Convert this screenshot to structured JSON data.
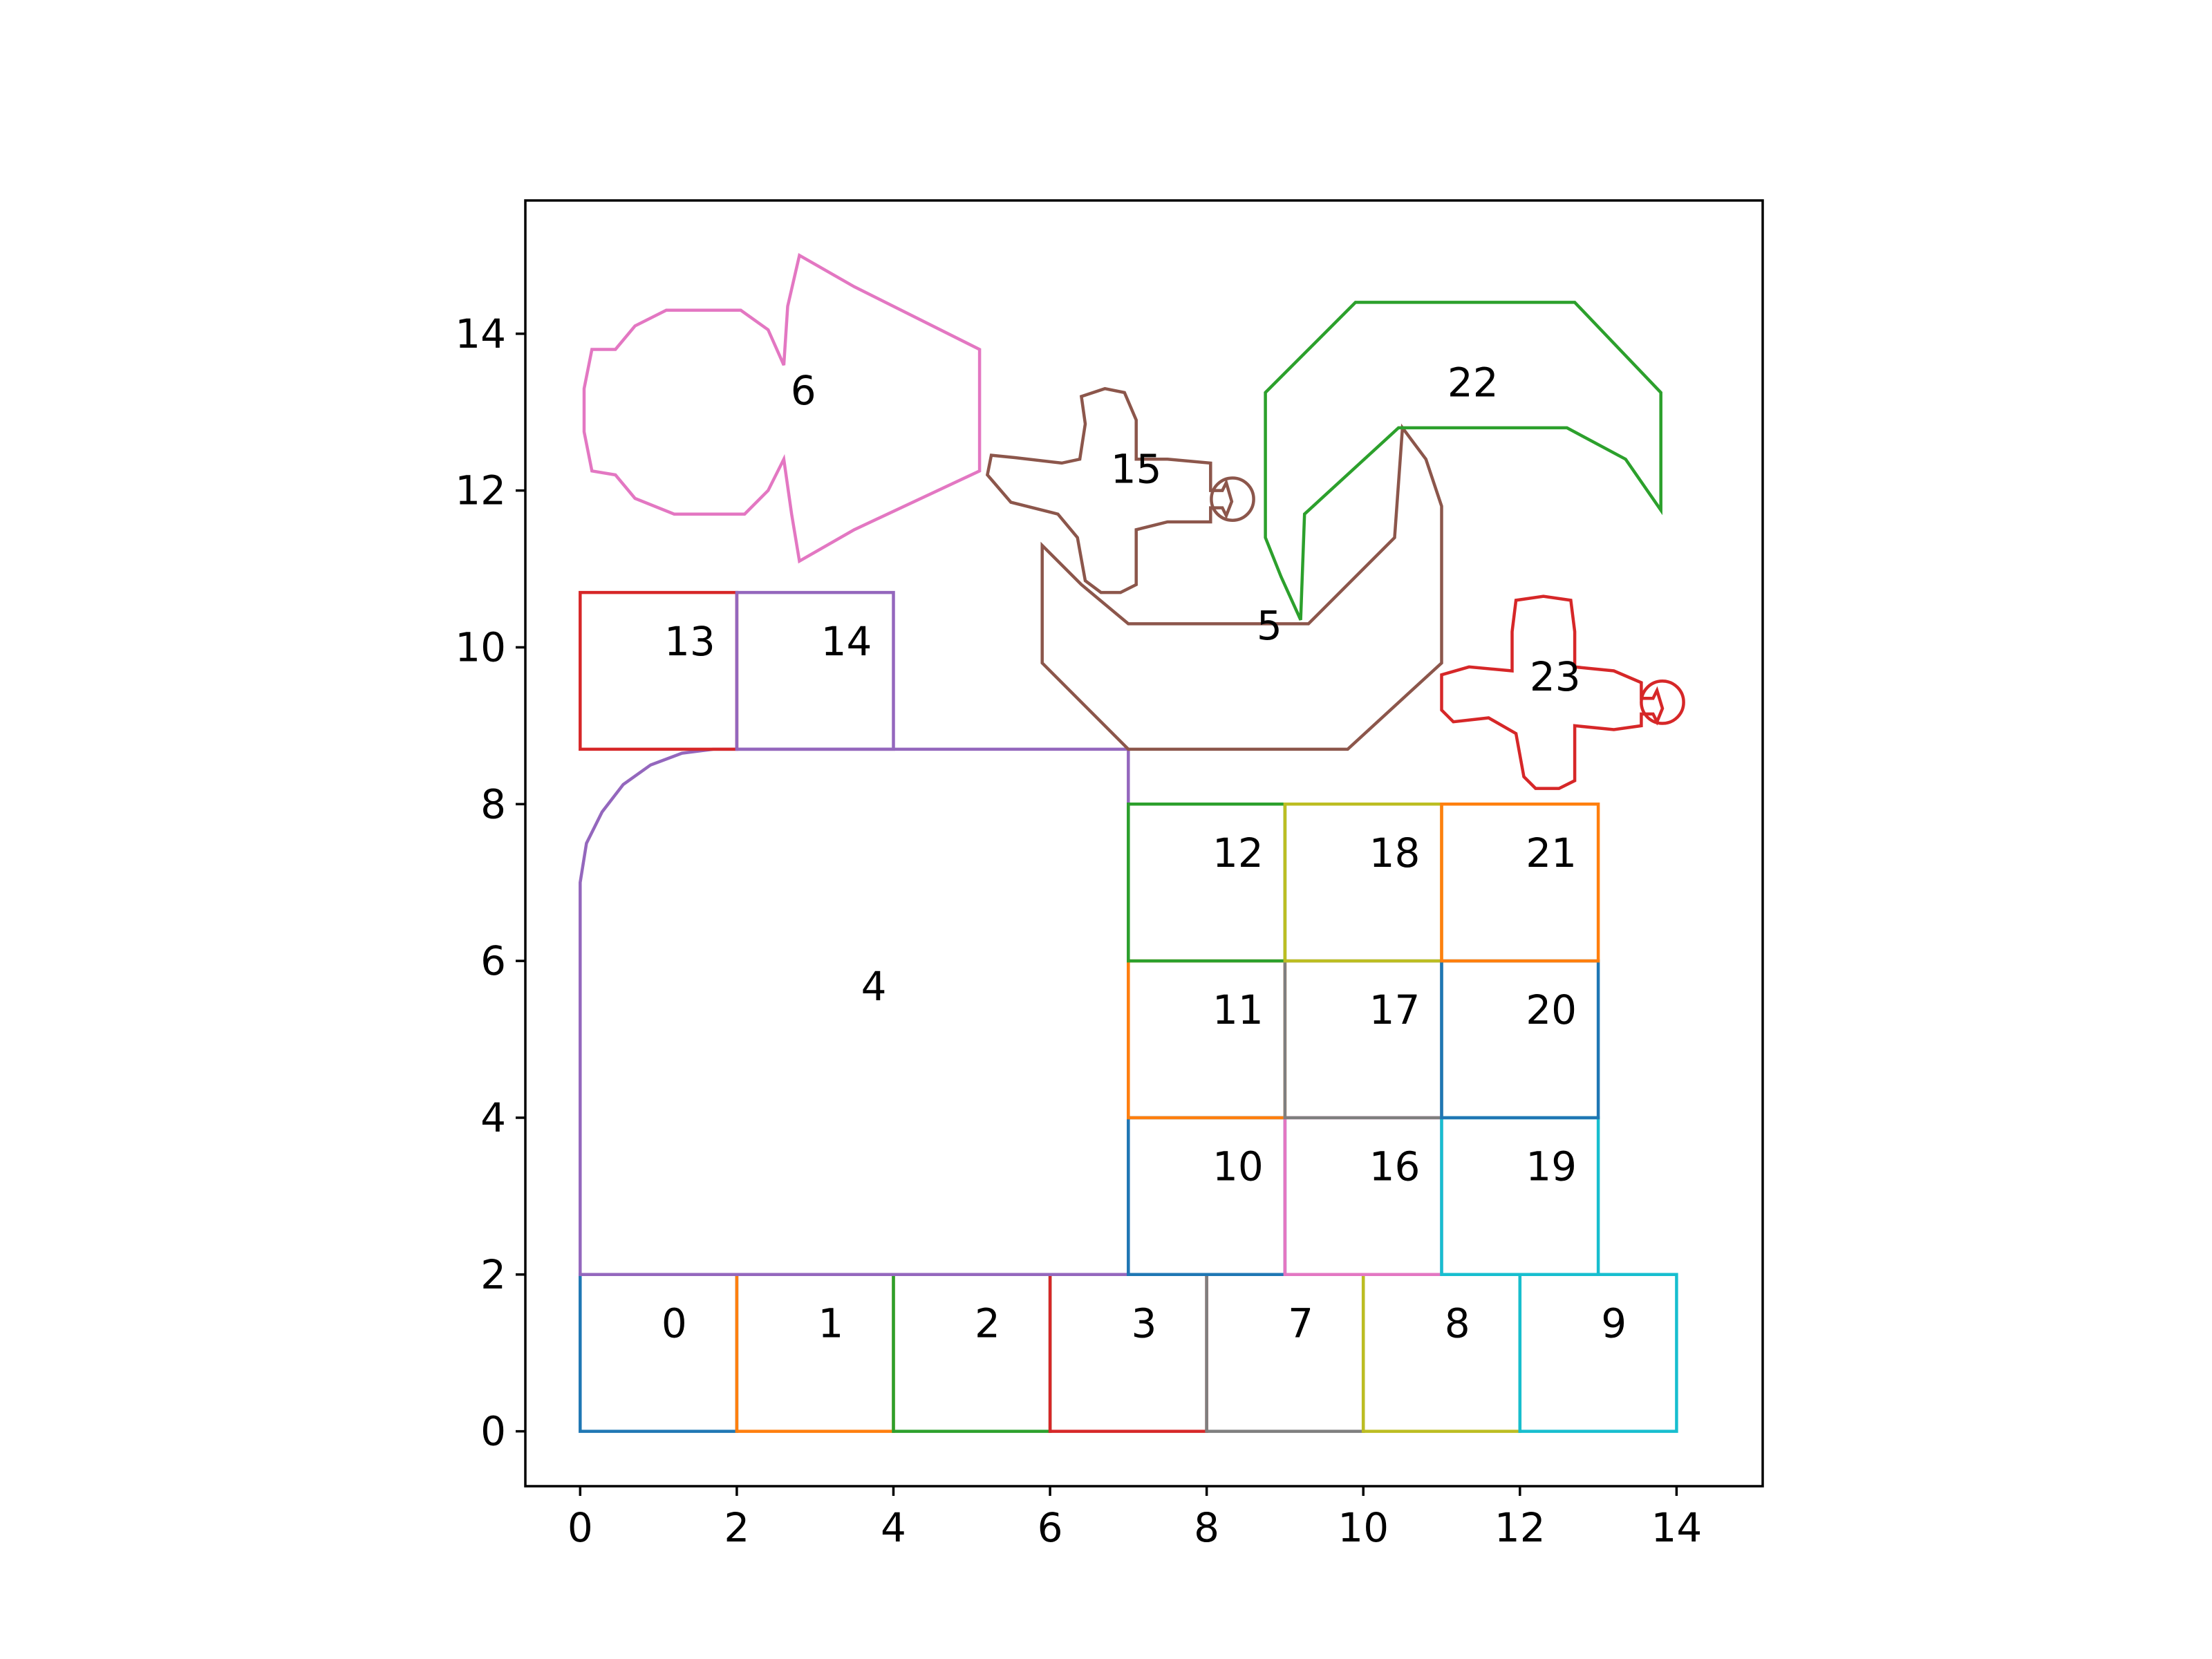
{
  "chart_data": {
    "type": "diagram",
    "xlim": [
      -0.7,
      15.1
    ],
    "ylim": [
      -0.7,
      15.7
    ],
    "xticks": [
      "0",
      "2",
      "4",
      "6",
      "8",
      "10",
      "12",
      "14"
    ],
    "yticks": [
      "0",
      "2",
      "4",
      "6",
      "8",
      "10",
      "12",
      "14"
    ],
    "grid": false,
    "shapes": [
      {
        "label": "0",
        "color": "#1f77b4",
        "points": [
          [
            0,
            0
          ],
          [
            2,
            0
          ],
          [
            2,
            2
          ],
          [
            0,
            2
          ]
        ],
        "label_pos": [
          1.2,
          1.2
        ]
      },
      {
        "label": "1",
        "color": "#ff7f0e",
        "points": [
          [
            2,
            0
          ],
          [
            4,
            0
          ],
          [
            4,
            2
          ],
          [
            2,
            2
          ]
        ],
        "label_pos": [
          3.2,
          1.2
        ]
      },
      {
        "label": "2",
        "color": "#2ca02c",
        "points": [
          [
            4,
            0
          ],
          [
            6,
            0
          ],
          [
            6,
            2
          ],
          [
            4,
            2
          ]
        ],
        "label_pos": [
          5.2,
          1.2
        ]
      },
      {
        "label": "3",
        "color": "#d62728",
        "points": [
          [
            6,
            0
          ],
          [
            8,
            0
          ],
          [
            8,
            2
          ],
          [
            6,
            2
          ]
        ],
        "label_pos": [
          7.2,
          1.2
        ]
      },
      {
        "label": "4",
        "color": "#9467bd",
        "points": [
          [
            0,
            2
          ],
          [
            7,
            2
          ],
          [
            7,
            8.7
          ],
          [
            1.7,
            8.7
          ],
          [
            1.3,
            8.65
          ],
          [
            0.9,
            8.5
          ],
          [
            0.55,
            8.25
          ],
          [
            0.28,
            7.9
          ],
          [
            0.08,
            7.5
          ],
          [
            0,
            7
          ]
        ],
        "label_pos": [
          3.75,
          5.5
        ]
      },
      {
        "label": "5",
        "color": "#8c564b",
        "points": [
          [
            7,
            8.7
          ],
          [
            9.8,
            8.7
          ],
          [
            11,
            9.8
          ],
          [
            11,
            11.8
          ],
          [
            10.8,
            12.4
          ],
          [
            10.5,
            12.8
          ],
          [
            10.4,
            11.4
          ],
          [
            9.3,
            10.3
          ],
          [
            7,
            10.3
          ],
          [
            6.4,
            10.8
          ],
          [
            5.9,
            11.3
          ],
          [
            5.9,
            9.8
          ]
        ],
        "label_pos": [
          8.8,
          10.1
        ]
      },
      {
        "label": "6",
        "color": "#e377c2",
        "points": [
          [
            2.8,
            15
          ],
          [
            3.5,
            14.6
          ],
          [
            5.1,
            13.8
          ],
          [
            5.1,
            12.25
          ],
          [
            3.5,
            11.5
          ],
          [
            2.8,
            11.1
          ],
          [
            2.7,
            11.7
          ],
          [
            2.6,
            12.4
          ],
          [
            2.4,
            12
          ],
          [
            2.1,
            11.7
          ],
          [
            1.2,
            11.7
          ],
          [
            0.7,
            11.9
          ],
          [
            0.45,
            12.2
          ],
          [
            0.15,
            12.25
          ],
          [
            0.05,
            12.75
          ],
          [
            0.05,
            13.3
          ],
          [
            0.15,
            13.8
          ],
          [
            0.45,
            13.8
          ],
          [
            0.7,
            14.1
          ],
          [
            1.1,
            14.3
          ],
          [
            2.05,
            14.3
          ],
          [
            2.4,
            14.05
          ],
          [
            2.6,
            13.6
          ],
          [
            2.65,
            14.35
          ]
        ],
        "label_pos": [
          2.85,
          13.1
        ]
      },
      {
        "label": "7",
        "color": "#7f7f7f",
        "points": [
          [
            8,
            0
          ],
          [
            10,
            0
          ],
          [
            10,
            2
          ],
          [
            8,
            2
          ]
        ],
        "label_pos": [
          9.2,
          1.2
        ]
      },
      {
        "label": "8",
        "color": "#bcbd22",
        "points": [
          [
            10,
            0
          ],
          [
            12,
            0
          ],
          [
            12,
            2
          ],
          [
            10,
            2
          ]
        ],
        "label_pos": [
          11.2,
          1.2
        ]
      },
      {
        "label": "9",
        "color": "#17becf",
        "points": [
          [
            12,
            0
          ],
          [
            14,
            0
          ],
          [
            14,
            2
          ],
          [
            12,
            2
          ]
        ],
        "label_pos": [
          13.2,
          1.2
        ]
      },
      {
        "label": "10",
        "color": "#1f77b4",
        "points": [
          [
            7,
            2
          ],
          [
            9,
            2
          ],
          [
            9,
            4
          ],
          [
            7,
            4
          ]
        ],
        "label_pos": [
          8.4,
          3.2
        ]
      },
      {
        "label": "11",
        "color": "#ff7f0e",
        "points": [
          [
            7,
            4
          ],
          [
            9,
            4
          ],
          [
            9,
            6
          ],
          [
            7,
            6
          ]
        ],
        "label_pos": [
          8.4,
          5.2
        ]
      },
      {
        "label": "12",
        "color": "#2ca02c",
        "points": [
          [
            7,
            6
          ],
          [
            9,
            6
          ],
          [
            9,
            8
          ],
          [
            7,
            8
          ]
        ],
        "label_pos": [
          8.4,
          7.2
        ]
      },
      {
        "label": "13",
        "color": "#d62728",
        "points": [
          [
            0,
            8.7
          ],
          [
            2,
            8.7
          ],
          [
            2,
            10.7
          ],
          [
            0,
            10.7
          ]
        ],
        "label_pos": [
          1.4,
          9.9
        ]
      },
      {
        "label": "14",
        "color": "#9467bd",
        "points": [
          [
            2,
            8.7
          ],
          [
            4,
            8.7
          ],
          [
            4,
            10.7
          ],
          [
            2,
            10.7
          ]
        ],
        "label_pos": [
          3.4,
          9.9
        ]
      },
      {
        "label": "15",
        "color": "#8c564b",
        "points": [
          [
            6.4,
            13.2
          ],
          [
            6.7,
            13.3
          ],
          [
            6.95,
            13.25
          ],
          [
            7.1,
            12.9
          ],
          [
            7.1,
            12.4
          ],
          [
            7.5,
            12.4
          ],
          [
            8.05,
            12.35
          ],
          [
            8.05,
            12
          ],
          [
            8.2,
            12
          ],
          [
            8.25,
            12.1
          ],
          [
            8.32,
            11.86
          ],
          [
            8.25,
            11.68
          ],
          [
            8.2,
            11.78
          ],
          [
            8.05,
            11.78
          ],
          [
            8.05,
            11.6
          ],
          [
            7.5,
            11.6
          ],
          [
            7.1,
            11.5
          ],
          [
            7.1,
            10.8
          ],
          [
            6.9,
            10.7
          ],
          [
            6.65,
            10.7
          ],
          [
            6.45,
            10.85
          ],
          [
            6.35,
            11.4
          ],
          [
            6.1,
            11.7
          ],
          [
            5.5,
            11.85
          ],
          [
            5.2,
            12.2
          ],
          [
            5.25,
            12.45
          ],
          [
            5.55,
            12.42
          ],
          [
            6.15,
            12.35
          ],
          [
            6.38,
            12.4
          ],
          [
            6.45,
            12.85
          ],
          [
            6.4,
            13.2
          ]
        ],
        "circle": {
          "center": [
            8.33,
            11.89
          ],
          "r": 0.27
        },
        "label_pos": [
          7.1,
          12.1
        ]
      },
      {
        "label": "22",
        "color": "#2ca02c",
        "points": [
          [
            8.75,
            13.25
          ],
          [
            9.9,
            14.4
          ],
          [
            12.7,
            14.4
          ],
          [
            13.8,
            13.25
          ],
          [
            13.8,
            11.75
          ],
          [
            13.35,
            12.4
          ],
          [
            12.6,
            12.8
          ],
          [
            10.45,
            12.8
          ],
          [
            9.25,
            11.7
          ],
          [
            9.2,
            10.35
          ],
          [
            8.95,
            10.9
          ],
          [
            8.75,
            11.4
          ]
        ],
        "label_pos": [
          11.4,
          13.2
        ]
      },
      {
        "label": "16",
        "color": "#e377c2",
        "points": [
          [
            9,
            2
          ],
          [
            11,
            2
          ],
          [
            11,
            4
          ],
          [
            9,
            4
          ]
        ],
        "label_pos": [
          10.4,
          3.2
        ]
      },
      {
        "label": "17",
        "color": "#7f7f7f",
        "points": [
          [
            9,
            4
          ],
          [
            11,
            4
          ],
          [
            11,
            6
          ],
          [
            9,
            6
          ]
        ],
        "label_pos": [
          10.4,
          5.2
        ]
      },
      {
        "label": "18",
        "color": "#bcbd22",
        "points": [
          [
            9,
            6
          ],
          [
            11,
            6
          ],
          [
            11,
            8
          ],
          [
            9,
            8
          ]
        ],
        "label_pos": [
          10.4,
          7.2
        ]
      },
      {
        "label": "19",
        "color": "#17becf",
        "points": [
          [
            11,
            2
          ],
          [
            13,
            2
          ],
          [
            13,
            4
          ],
          [
            11,
            4
          ]
        ],
        "label_pos": [
          12.4,
          3.2
        ]
      },
      {
        "label": "20",
        "color": "#1f77b4",
        "points": [
          [
            11,
            4
          ],
          [
            13,
            4
          ],
          [
            13,
            6
          ],
          [
            11,
            6
          ]
        ],
        "label_pos": [
          12.4,
          5.2
        ]
      },
      {
        "label": "21",
        "color": "#ff7f0e",
        "points": [
          [
            11,
            6
          ],
          [
            13,
            6
          ],
          [
            13,
            8
          ],
          [
            11,
            8
          ]
        ],
        "label_pos": [
          12.4,
          7.2
        ]
      },
      {
        "label": "23",
        "color": "#d62728",
        "points": [
          [
            11.95,
            10.6
          ],
          [
            12.3,
            10.65
          ],
          [
            12.65,
            10.6
          ],
          [
            12.7,
            10.2
          ],
          [
            12.7,
            9.75
          ],
          [
            13.2,
            9.7
          ],
          [
            13.55,
            9.55
          ],
          [
            13.55,
            9.35
          ],
          [
            13.7,
            9.35
          ],
          [
            13.75,
            9.45
          ],
          [
            13.82,
            9.22
          ],
          [
            13.75,
            9.05
          ],
          [
            13.7,
            9.15
          ],
          [
            13.55,
            9.15
          ],
          [
            13.55,
            9.0
          ],
          [
            13.2,
            8.95
          ],
          [
            12.7,
            9.0
          ],
          [
            12.7,
            8.3
          ],
          [
            12.5,
            8.2
          ],
          [
            12.2,
            8.2
          ],
          [
            12.05,
            8.35
          ],
          [
            11.95,
            8.9
          ],
          [
            11.6,
            9.1
          ],
          [
            11.15,
            9.05
          ],
          [
            11,
            9.2
          ],
          [
            11,
            9.65
          ],
          [
            11.35,
            9.75
          ],
          [
            11.9,
            9.7
          ],
          [
            11.9,
            10.2
          ],
          [
            11.95,
            10.6
          ]
        ],
        "circle": {
          "center": [
            13.82,
            9.3
          ],
          "r": 0.27
        },
        "label_pos": [
          12.45,
          9.45
        ]
      }
    ]
  }
}
